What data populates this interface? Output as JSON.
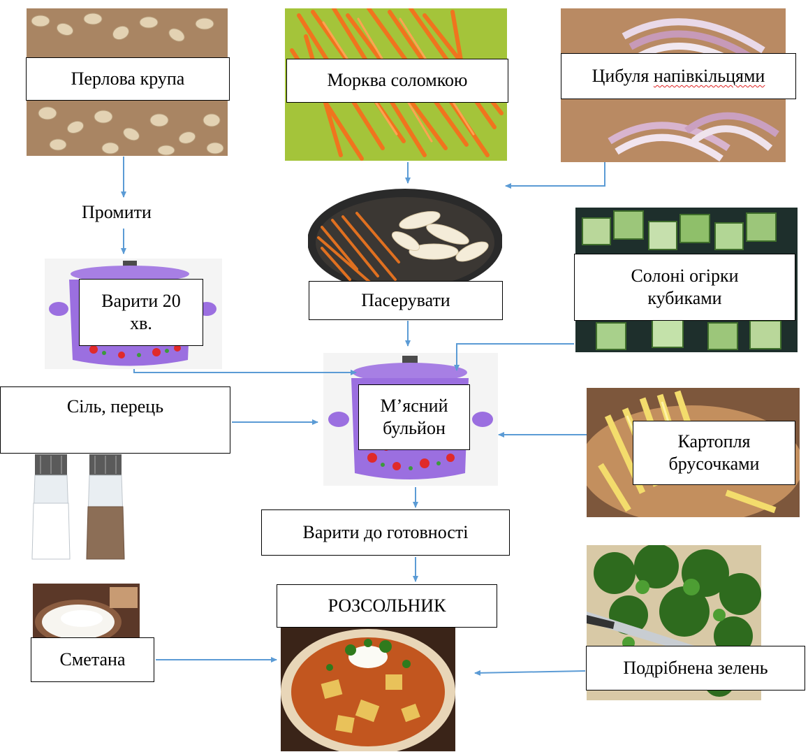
{
  "ingredients": {
    "barley": "Перлова крупа",
    "carrot": "Морква соломкою",
    "onion_prefix": "Цибуля ",
    "onion_suffix": "напівкільцями",
    "pickles": "Солоні огірки кубиками",
    "salt_pepper": "Сіль, перець",
    "potato": "Картопля брусочками",
    "sour_cream": "Сметана",
    "greens": "Подрібнена зелень"
  },
  "steps": {
    "rinse": "Промити",
    "boil_20": "Варити 20 хв.",
    "saute": "Пасерувати",
    "broth": "М’ясний бульйон",
    "cook_until_done": "Варити до готовності",
    "result": "РОЗСОЛЬНИК"
  },
  "colors": {
    "arrow": "#5b9bd5",
    "pot": "#9b6fe0",
    "carrot": "#f07a2a",
    "cucumber": "#7fb85a"
  },
  "icons": [
    "barley-photo",
    "carrot-photo",
    "onion-photo",
    "frying-pan-photo",
    "cucumber-photo",
    "potato-photo",
    "salt-pepper-shakers-photo",
    "sour-cream-photo",
    "greens-photo",
    "soup-bowl-photo",
    "pot-icon"
  ]
}
